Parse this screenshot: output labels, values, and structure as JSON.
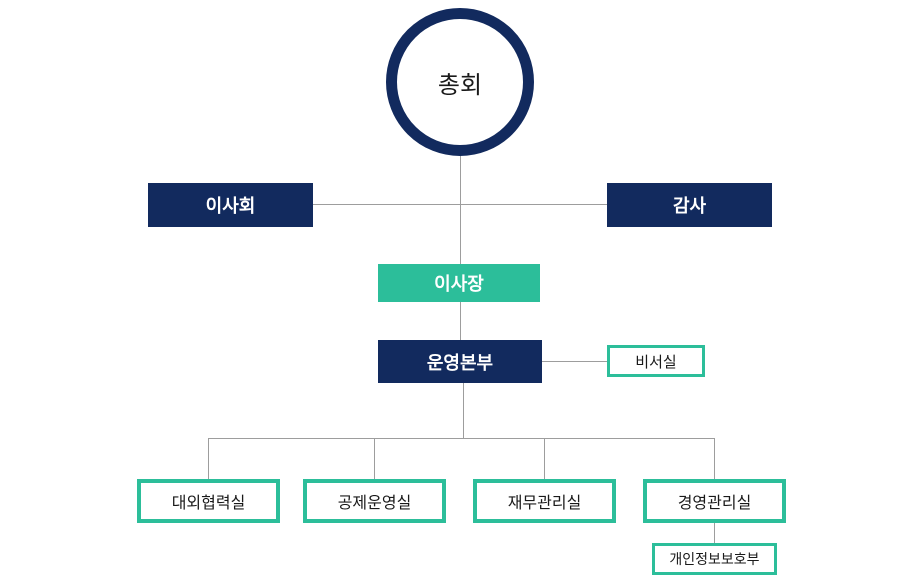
{
  "diagram": {
    "type": "org-chart",
    "nodes": {
      "assembly": {
        "label": "총회",
        "shape": "circle",
        "style": "navy-outline"
      },
      "board": {
        "label": "이사회",
        "shape": "rect",
        "style": "navy-fill"
      },
      "audit": {
        "label": "감사",
        "shape": "rect",
        "style": "navy-fill"
      },
      "chairman": {
        "label": "이사장",
        "shape": "rect",
        "style": "teal-fill"
      },
      "operations_hq": {
        "label": "운영본부",
        "shape": "rect",
        "style": "navy-fill"
      },
      "secretary": {
        "label": "비서실",
        "shape": "rect",
        "style": "teal-outline"
      },
      "departments": [
        {
          "label": "대외협력실"
        },
        {
          "label": "공제운영실"
        },
        {
          "label": "재무관리실"
        },
        {
          "label": "경영관리실"
        }
      ],
      "privacy": {
        "label": "개인정보보호부",
        "shape": "rect",
        "style": "teal-outline"
      }
    },
    "edges": [
      "assembly-chairman",
      "board-audit",
      "chairman-operations_hq",
      "operations_hq-secretary",
      "operations_hq-departments",
      "departments.3-privacy"
    ],
    "colors": {
      "navy": "#122a5e",
      "teal": "#2cbe9a",
      "line_gray": "#9d9d9d",
      "text_dark": "#1a1a1a",
      "text_light": "#ffffff"
    }
  }
}
